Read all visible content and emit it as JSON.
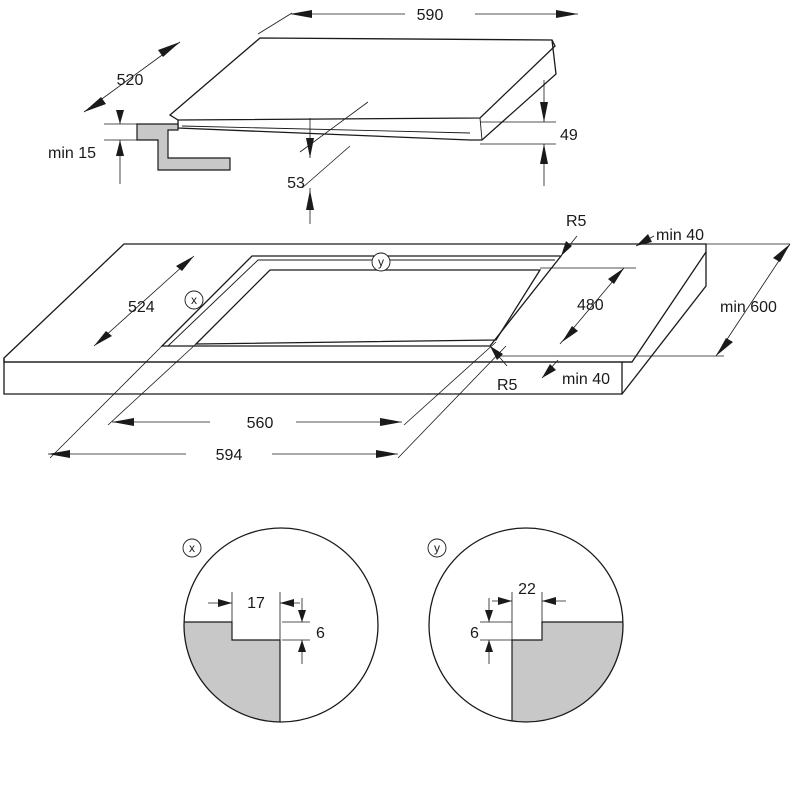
{
  "colors": {
    "line": "#1a1a1a",
    "shade": "#c8c8c8",
    "background": "#ffffff"
  },
  "hob": {
    "width": "590",
    "depth": "520",
    "height": "49",
    "under_height": "53",
    "min_clearance": "min 15"
  },
  "cutout": {
    "corner_radius_rear": "R5",
    "corner_radius_front": "R5",
    "min_rear": "min 40",
    "min_front": "min 40",
    "min_depth": "min 600",
    "cut_width": "560",
    "cut_depth": "480",
    "rebate_width": "594",
    "rebate_depth": "524",
    "marker_x": "x",
    "marker_y": "y"
  },
  "detail_x": {
    "marker": "x",
    "width": "17",
    "depth": "6"
  },
  "detail_y": {
    "marker": "y",
    "width": "22",
    "depth": "6"
  }
}
